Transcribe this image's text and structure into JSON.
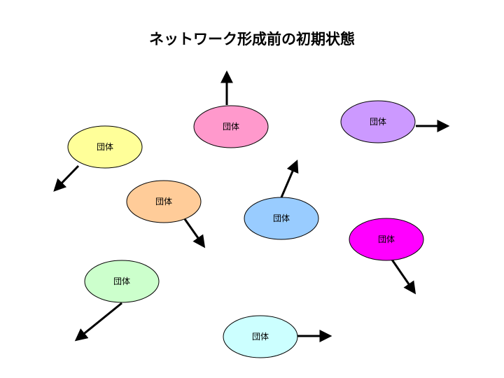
{
  "title": "ネットワーク形成前の初期状態",
  "groups": [
    {
      "label": "団体",
      "color": "#ff99cc",
      "direction": "up"
    },
    {
      "label": "団体",
      "color": "#cc99ff",
      "direction": "right"
    },
    {
      "label": "団体",
      "color": "#ffff99",
      "direction": "down-left"
    },
    {
      "label": "団体",
      "color": "#ffcc99",
      "direction": "down-right"
    },
    {
      "label": "団体",
      "color": "#99ccff",
      "direction": "up-right"
    },
    {
      "label": "団体",
      "color": "#ff00ff",
      "direction": "down-right"
    },
    {
      "label": "団体",
      "color": "#ccffcc",
      "direction": "down-left"
    },
    {
      "label": "団体",
      "color": "#ccffff",
      "direction": "right"
    }
  ]
}
